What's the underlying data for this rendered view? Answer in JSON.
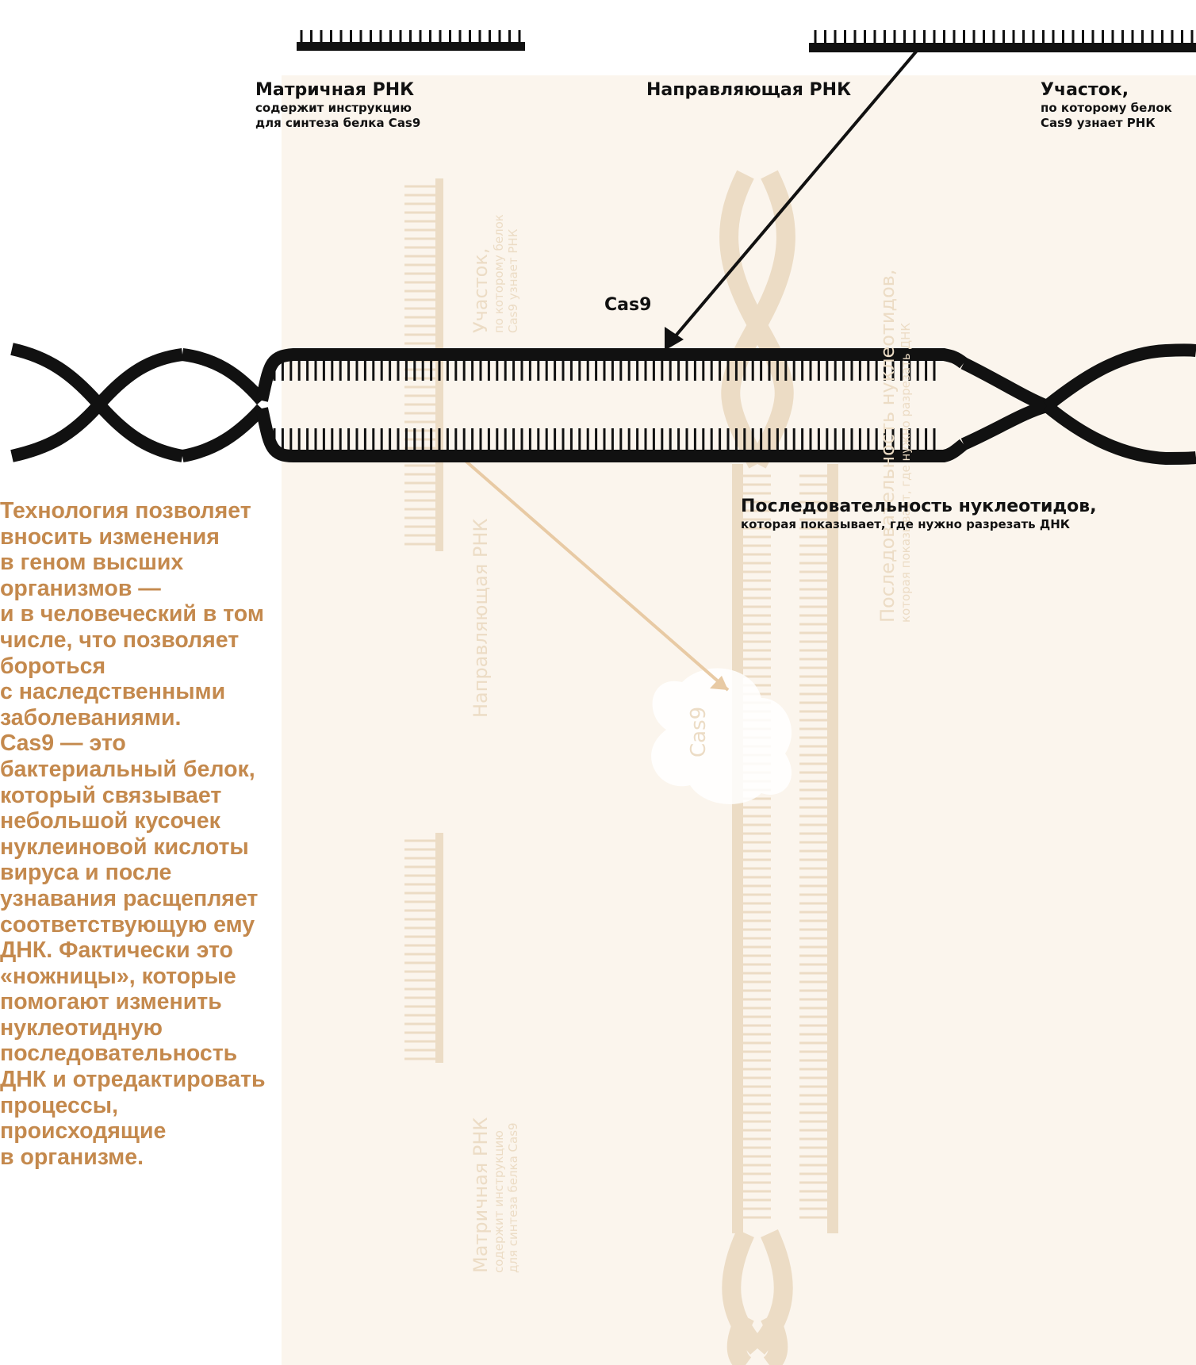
{
  "labels": {
    "matrix_rna": {
      "title": "Матричная РНК",
      "sub": [
        "содержит инструкцию",
        "для синтеза белка Cas9"
      ]
    },
    "guide_rna": {
      "title": "Направляющая РНК"
    },
    "site": {
      "title": "Участок,",
      "sub": [
        "по которому белок",
        "Cas9 узнает РНК"
      ]
    },
    "cas9": "Cas9",
    "sequence": {
      "title": "Последовательность нуклеотидов,",
      "sub": "которая показывает, где нужно разрезать ДНК"
    }
  },
  "ghost_labels": {
    "site": {
      "title": "Участок,",
      "sub": [
        "по которому белок",
        "Cas9 узнает РНК"
      ]
    },
    "guide_rna": "Направляющая РНК",
    "matrix_rna": {
      "title": "Матричная РНК",
      "sub": [
        "содержит инструкцию",
        "для синтеза белка Cas9"
      ]
    },
    "sequence": {
      "title": "Последовательность нуклеотидов,",
      "sub": "которая показывает, где нужно разрезать ДНК"
    },
    "cas9": "Cas9"
  },
  "description": [
    "Технология позволяет",
    "вносить изменения",
    "в геном высших",
    "организмов —",
    "и в человеческий в том",
    "числе, что позволяет",
    "бороться",
    "с наследственными",
    "заболеваниями.",
    "Cas9 — это",
    "бактериальный белок,",
    "который связывает",
    "небольшой кусочек",
    "нуклеиновой кислоты",
    "вируса и после",
    "узнавания расщепляет",
    "соответствующую ему",
    "ДНК. Фактически это",
    "«ножницы», которые",
    "помогают изменить",
    "нуклеотидную",
    "последовательность",
    "ДНК и отредактировать",
    "процессы,",
    "происходящие",
    "в организме."
  ],
  "colors": {
    "ink": "#111111",
    "ghost": "#ecdcc5",
    "accent": "#c4894d",
    "background": "#fbf5ed"
  }
}
